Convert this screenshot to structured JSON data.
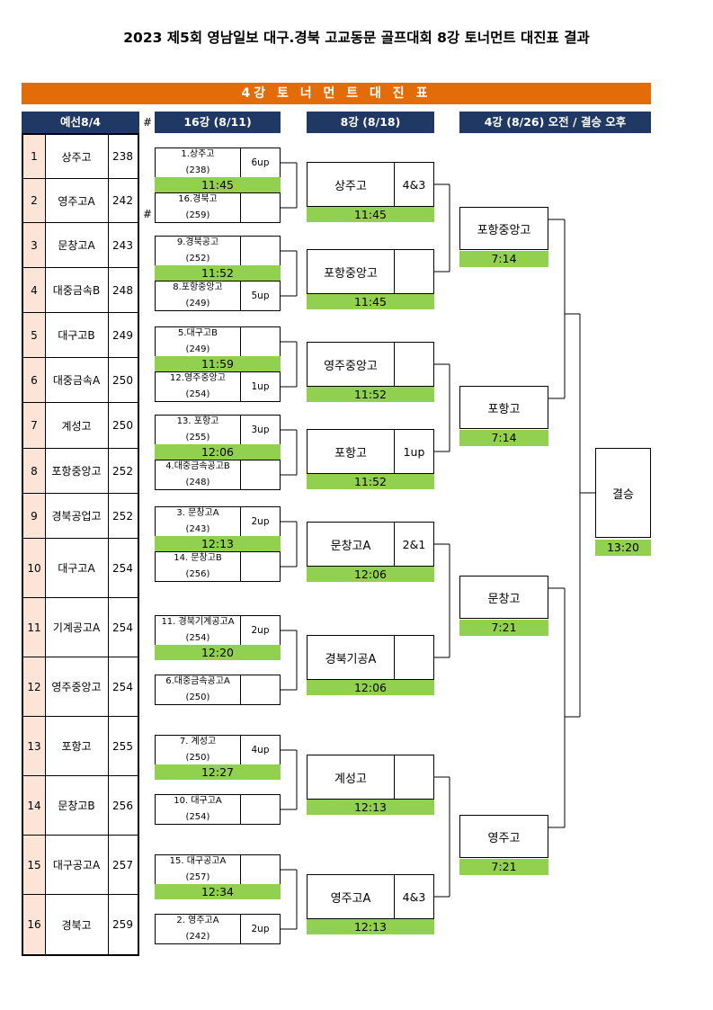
{
  "title": "2023 제5회 영남일보 대구.경북 고교동문 골프대회 8강 토너먼트 대진표 결과",
  "banner": "4강 토 너 먼 트 대 진 표",
  "headers": {
    "qualifier": "예선8/4",
    "round16": "16강 (8/11)",
    "quarter": "8강 (8/18)",
    "semi": "4강 (8/26) 오전 / 결승 오후"
  },
  "hash_marks": [
    "#",
    "#"
  ],
  "qualifiers": [
    {
      "no": "1",
      "name": "상주고",
      "score": "238"
    },
    {
      "no": "2",
      "name": "영주고A",
      "score": "242"
    },
    {
      "no": "3",
      "name": "문창고A",
      "score": "243"
    },
    {
      "no": "4",
      "name": "대중금속B",
      "score": "248"
    },
    {
      "no": "5",
      "name": "대구고B",
      "score": "249"
    },
    {
      "no": "6",
      "name": "대중금속A",
      "score": "250"
    },
    {
      "no": "7",
      "name": "계성고",
      "score": "250"
    },
    {
      "no": "8",
      "name": "포항중앙고",
      "score": "252"
    },
    {
      "no": "9",
      "name": "경북공업고",
      "score": "252"
    },
    {
      "no": "10",
      "name": "대구고A",
      "score": "254"
    },
    {
      "no": "11",
      "name": "기계공고A",
      "score": "254"
    },
    {
      "no": "12",
      "name": "영주중앙고",
      "score": "254"
    },
    {
      "no": "13",
      "name": "포항고",
      "score": "255"
    },
    {
      "no": "14",
      "name": "문창고B",
      "score": "256"
    },
    {
      "no": "15",
      "name": "대구공고A",
      "score": "257"
    },
    {
      "no": "16",
      "name": "경북고",
      "score": "259"
    }
  ],
  "round16": [
    {
      "top": {
        "name": "1.상주고",
        "score": "(238)",
        "result": "6up"
      },
      "time": "11:45",
      "bottom": {
        "name": "16.경북고",
        "score": "(259)",
        "result": ""
      }
    },
    {
      "top": {
        "name": "9.경북공고",
        "score": "(252)",
        "result": ""
      },
      "time": "11:52",
      "bottom": {
        "name": "8.포항중앙고",
        "score": "(249)",
        "result": "5up"
      }
    },
    {
      "top": {
        "name": "5.대구고B",
        "score": "(249)",
        "result": ""
      },
      "time": "11:59",
      "bottom": {
        "name": "12.영주중앙고",
        "score": "(254)",
        "result": "1up"
      }
    },
    {
      "top": {
        "name": "13. 포항고",
        "score": "(255)",
        "result": "3up"
      },
      "time": "12:06",
      "bottom": {
        "name": "4.대중금속공고B",
        "score": "(248)",
        "result": ""
      }
    },
    {
      "top": {
        "name": "3. 문창고A",
        "score": "(243)",
        "result": "2up"
      },
      "time": "12:13",
      "bottom": {
        "name": "14. 문창고B",
        "score": "(256)",
        "result": ""
      }
    },
    {
      "top": {
        "name": "11. 경북기계공고A",
        "score": "(254)",
        "result": "2up"
      },
      "time": "12:20",
      "bottom": {
        "name": "6.대중금속공고A",
        "score": "(250)",
        "result": ""
      }
    },
    {
      "top": {
        "name": "7. 계성고",
        "score": "(250)",
        "result": "4up"
      },
      "time": "12:27",
      "bottom": {
        "name": "10. 대구고A",
        "score": "(254)",
        "result": ""
      }
    },
    {
      "top": {
        "name": "15. 대구공고A",
        "score": "(257)",
        "result": ""
      },
      "time": "12:34",
      "bottom": {
        "name": "2. 영주고A",
        "score": "(242)",
        "result": "2up"
      }
    }
  ],
  "quarterfinals": [
    {
      "name": "상주고",
      "result": "4&3",
      "time": "11:45"
    },
    {
      "name": "포항중앙고",
      "result": "",
      "time": "11:45"
    },
    {
      "name": "영주중앙고",
      "result": "",
      "time": "11:52"
    },
    {
      "name": "포항고",
      "result": "1up",
      "time": "11:52"
    },
    {
      "name": "문창고A",
      "result": "2&1",
      "time": "12:06"
    },
    {
      "name": "경북기공A",
      "result": "",
      "time": "12:06"
    },
    {
      "name": "계성고",
      "result": "",
      "time": "12:13"
    },
    {
      "name": "영주고A",
      "result": "4&3",
      "time": "12:13"
    }
  ],
  "semifinals": [
    {
      "name": "포항중앙고",
      "time": "7:14"
    },
    {
      "name": "포항고",
      "time": "7:14"
    },
    {
      "name": "문창고",
      "time": "7:21"
    },
    {
      "name": "영주고",
      "time": "7:21"
    }
  ],
  "final": {
    "name": "결승",
    "time": "13:20"
  }
}
